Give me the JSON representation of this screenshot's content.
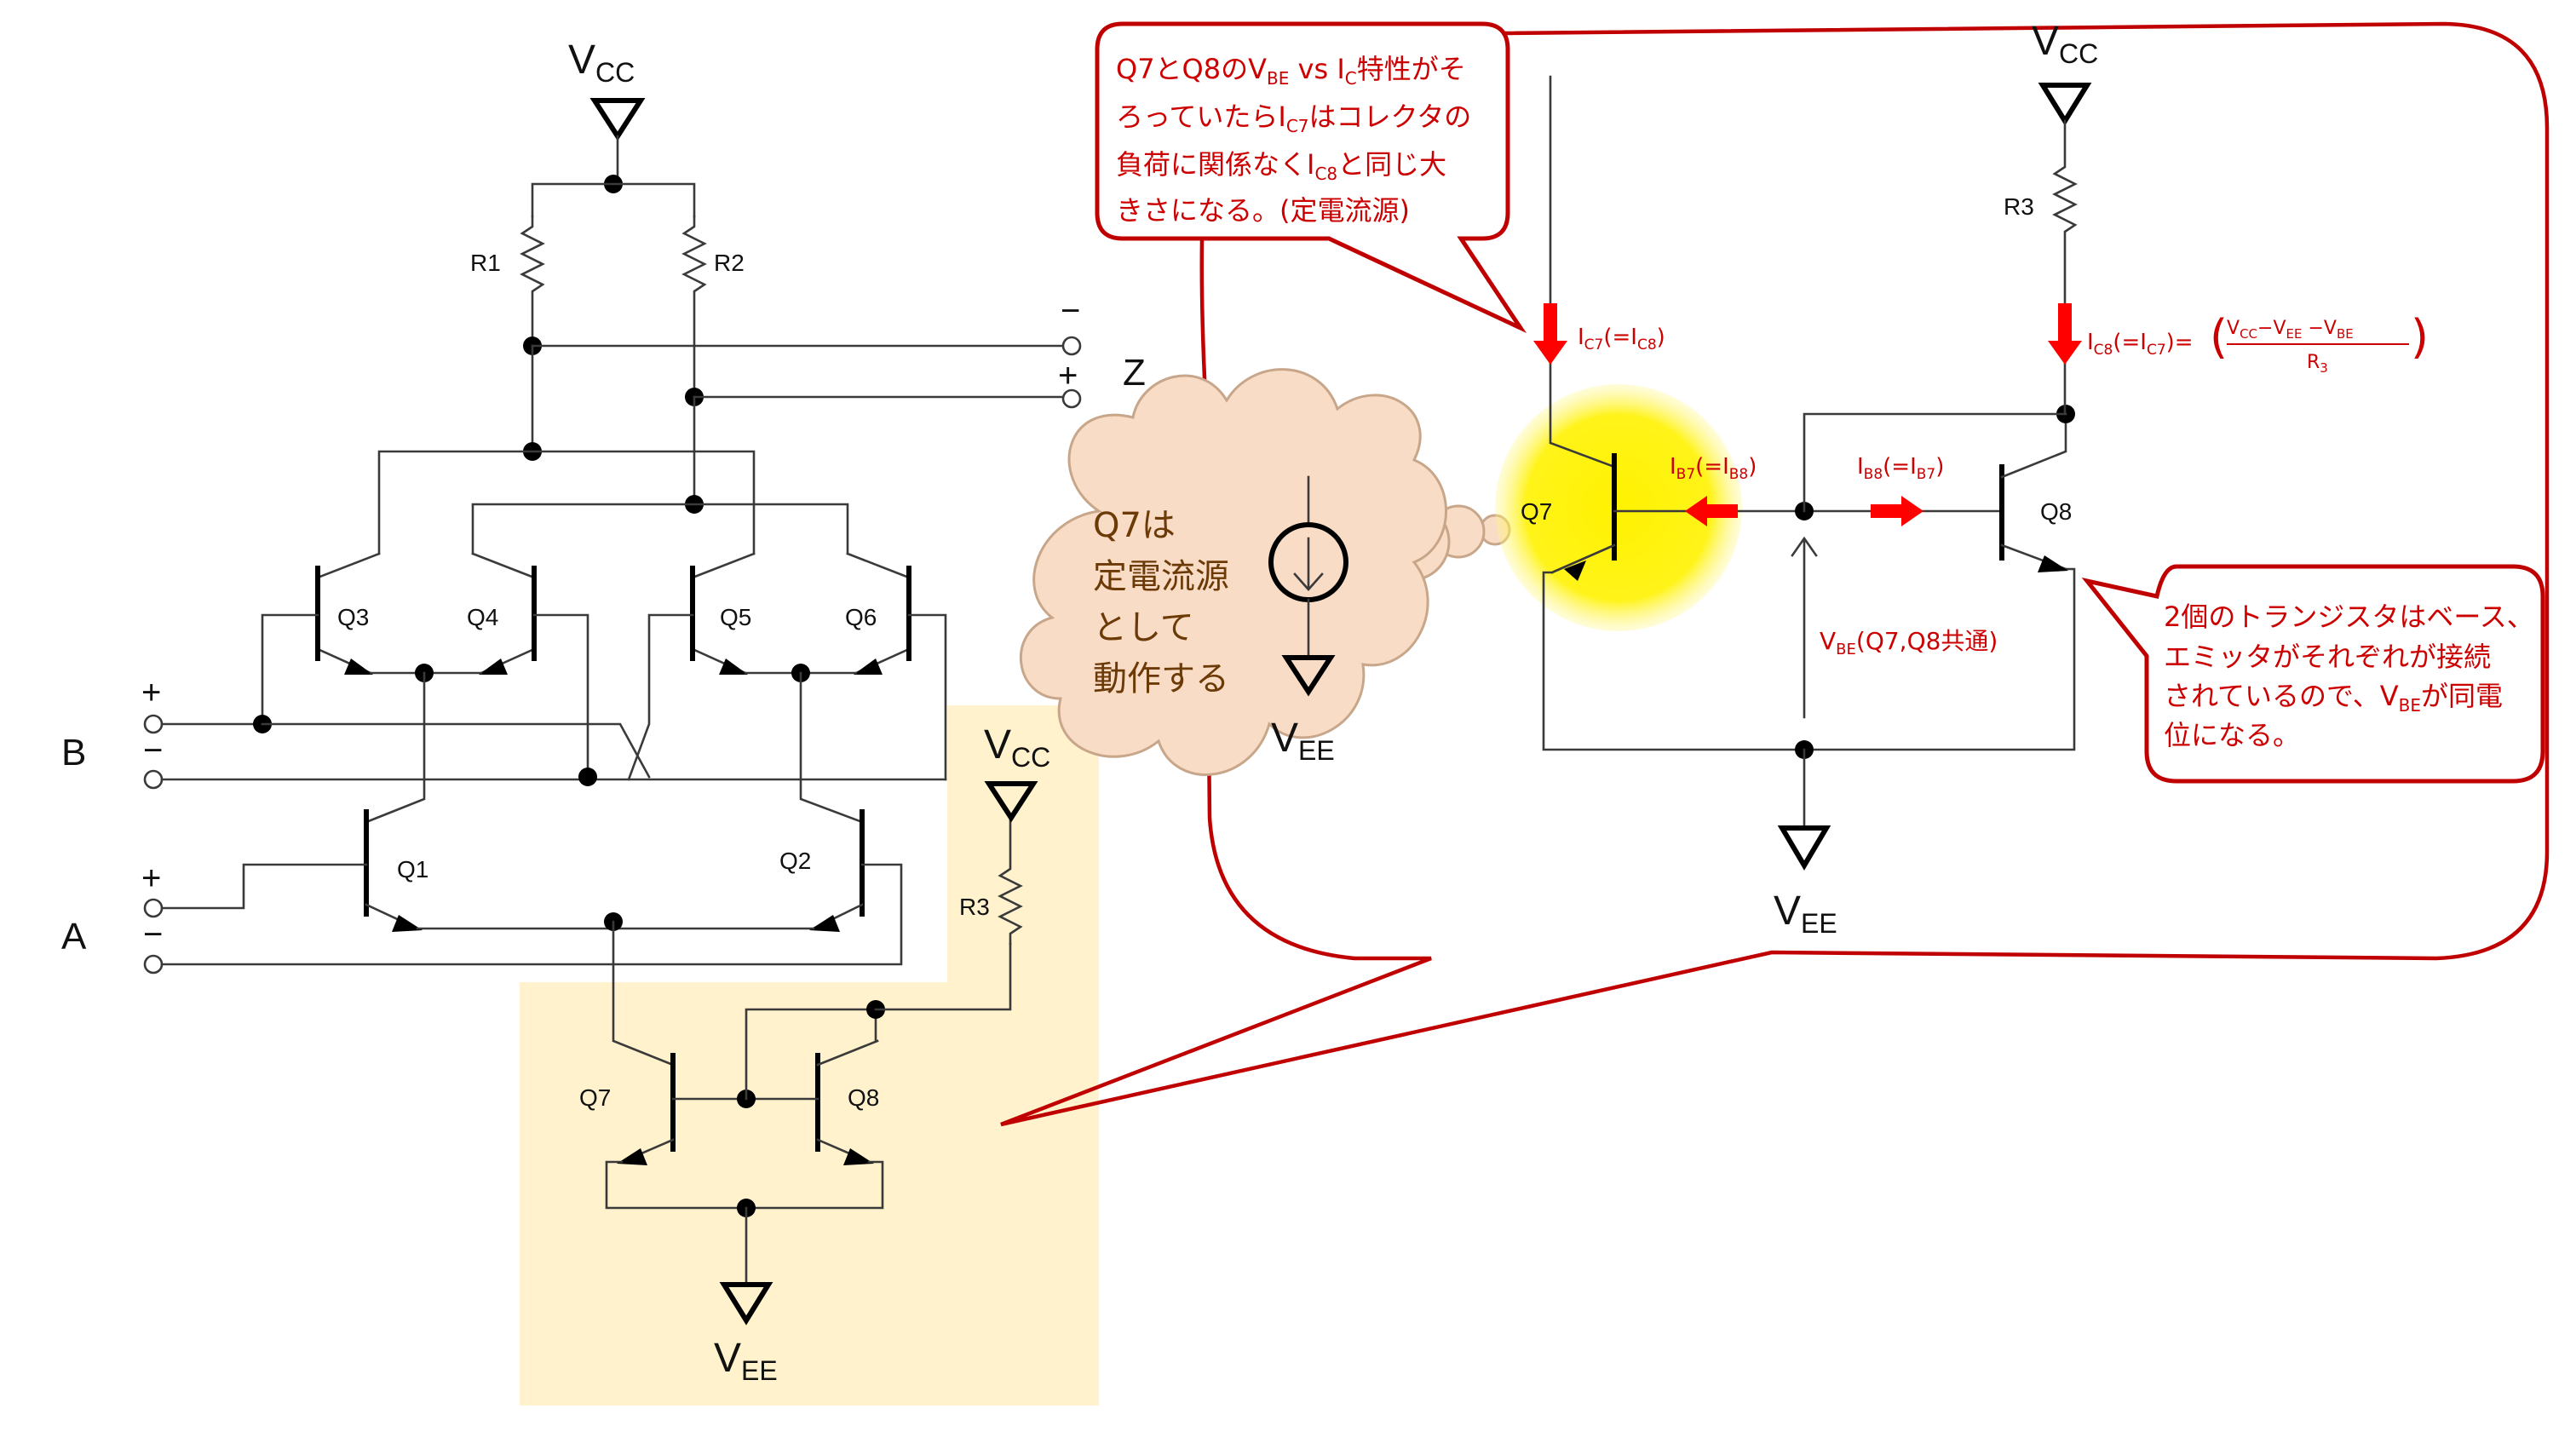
{
  "colors": {
    "wire": "#3a3a3a",
    "highlight_box": "#fff2cc",
    "callout_border": "#c00000",
    "annotation_red": "#cc0000",
    "arrow_red": "#ff0000",
    "cloud_fill": "#f9dcc6",
    "cloud_text": "#6b3a06",
    "glow": "#fff200"
  },
  "left_circuit": {
    "vcc_top": {
      "main": "V",
      "sub": "CC"
    },
    "r1": "R1",
    "r2": "R2",
    "output_label": "Z",
    "z_minus": "−",
    "z_plus": "+",
    "input_b": "B",
    "input_a": "A",
    "b_plus": "+",
    "b_minus": "−",
    "a_plus": "+",
    "a_minus": "−",
    "q3": "Q3",
    "q4": "Q4",
    "q5": "Q5",
    "q6": "Q6",
    "q1": "Q1",
    "q2": "Q2",
    "q7": "Q7",
    "q8": "Q8",
    "r3": "R3",
    "vcc_mid": {
      "main": "V",
      "sub": "CC"
    },
    "vee_bottom": {
      "main": "V",
      "sub": "EE"
    }
  },
  "cloud": {
    "lines": [
      "Q7は",
      "定電流源",
      "として",
      "動作する"
    ],
    "vee": {
      "main": "V",
      "sub": "EE"
    }
  },
  "detail_circuit": {
    "vcc": {
      "main": "V",
      "sub": "CC"
    },
    "r3": "R3",
    "q7": "Q7",
    "q8": "Q8",
    "vee": {
      "main": "V",
      "sub": "EE"
    },
    "ic7": {
      "a": "I",
      "a_sub": "C7",
      "b": "(=I",
      "b_sub": "C8",
      "c": ")"
    },
    "ic8": {
      "a": "I",
      "a_sub": "C8",
      "b": "(=I",
      "b_sub": "C7",
      "c": ")="
    },
    "ic8_formula": {
      "num": "V",
      "num_sub1": "CC",
      "num_mid": "−V",
      "num_sub2": "EE",
      "num_mid2": " −V",
      "num_sub3": "BE",
      "den": "R",
      "den_sub": "3"
    },
    "ib7": {
      "a": "I",
      "a_sub": "B7",
      "b": "(=I",
      "b_sub": "B8",
      "c": ")"
    },
    "ib8": {
      "a": "I",
      "a_sub": "B8",
      "b": "(=I",
      "b_sub": "B7",
      "c": ")"
    },
    "vbe": {
      "a": "V",
      "a_sub": "BE",
      "b": "(Q7,Q8共通)"
    }
  },
  "callout_top": {
    "line1": {
      "a": "Q7とQ8のV",
      "a_sub": "BE",
      "b": " vs I",
      "b_sub": "C",
      "c": "特性がそ"
    },
    "line2": {
      "a": "ろっていたらI",
      "a_sub": "C7",
      "b": "はコレクタの"
    },
    "line3": {
      "a": "負荷に関係なくI",
      "a_sub": "C8",
      "b": "と同じ大"
    },
    "line4": "きさになる。(定電流源)"
  },
  "callout_right": {
    "line1": "2個のトランジスタはベース、",
    "line2": "エミッタがそれぞれが接続",
    "line3": {
      "a": "されているので、V",
      "a_sub": "BE",
      "b": "が同電"
    },
    "line4": "位になる。"
  }
}
